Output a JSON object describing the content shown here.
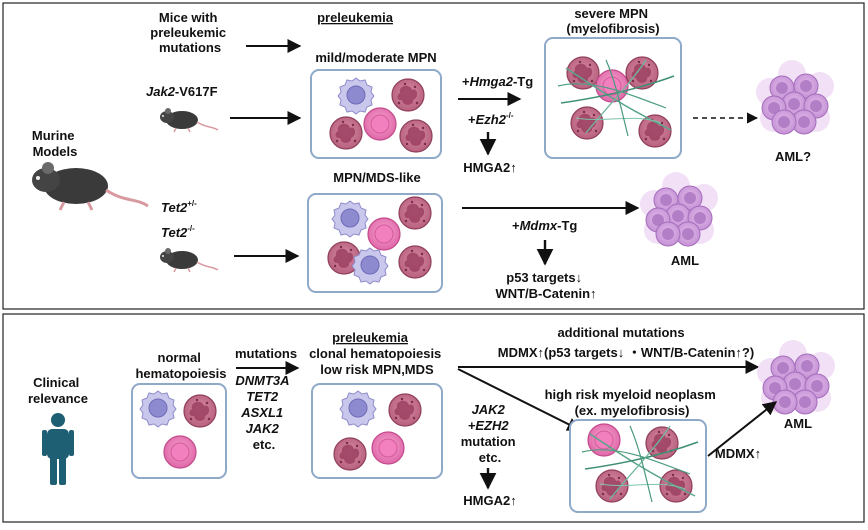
{
  "top_panel": {
    "murine_label": [
      "Murine",
      "Models"
    ],
    "mice_with": [
      "Mice with",
      "preleukemic",
      "mutations"
    ],
    "preleukemia_title": "preleukemia",
    "jak2_gene": "Jak2",
    "jak2_variant": "-V617F",
    "mild_mpn": "mild/moderate MPN",
    "hmga2_prefix": "+",
    "hmga2_gene": "Hmga2",
    "hmga2_suffix": "-Tg",
    "ezh2_prefix": "+",
    "ezh2_gene": "Ezh2",
    "ezh2_sup": "-/-",
    "hmga2_up": "HMGA2↑",
    "severe_mpn": [
      "severe MPN",
      "(myelofibrosis)"
    ],
    "aml_question": "AML?",
    "tet2_het_gene": "Tet2",
    "tet2_het_sup": "+/-",
    "tet2_hom_gene": "Tet2",
    "tet2_hom_sup": "-/-",
    "mpn_mds": "MPN/MDS-like",
    "mdmx_prefix": "+",
    "mdmx_gene": "Mdmx",
    "mdmx_suffix": "-Tg",
    "p53_targets": "p53 targets↓",
    "wnt_catenin": "WNT/B-Catenin↑",
    "aml": "AML"
  },
  "bottom_panel": {
    "clinical_label": [
      "Clinical",
      "relevance"
    ],
    "normal": [
      "normal",
      "hematopoiesis"
    ],
    "mutations_title": "mutations",
    "mutation_genes": [
      "DNMT3A",
      "TET2",
      "ASXL1",
      "JAK2",
      "etc."
    ],
    "preleukemia_title": "preleukemia",
    "preleukemia_desc": [
      "clonal hematopoiesis",
      "low risk MPN,MDS"
    ],
    "additional": "additional mutations",
    "mdmx_line": "MDMX↑(p53 targets↓ ・WNT/B-Catenin↑?)",
    "high_risk": [
      "high risk myeloid neoplasm",
      "(ex. myelofibrosis)"
    ],
    "jak2_ezh2": [
      "JAK2",
      "+EZH2",
      "mutation",
      "etc."
    ],
    "hmga2_up": "HMGA2↑",
    "mdmx_up": "MDMX↑",
    "aml": "AML"
  },
  "colors": {
    "box_border": "#8fa9c8",
    "pink_cell": "#e87fb8",
    "maroon_cell": "#b9627e",
    "blast_cell": "#c99ad6",
    "lavender_cell": "#a9a7d8",
    "human": "#1f5f73",
    "mouse": "#3a3a3a"
  }
}
